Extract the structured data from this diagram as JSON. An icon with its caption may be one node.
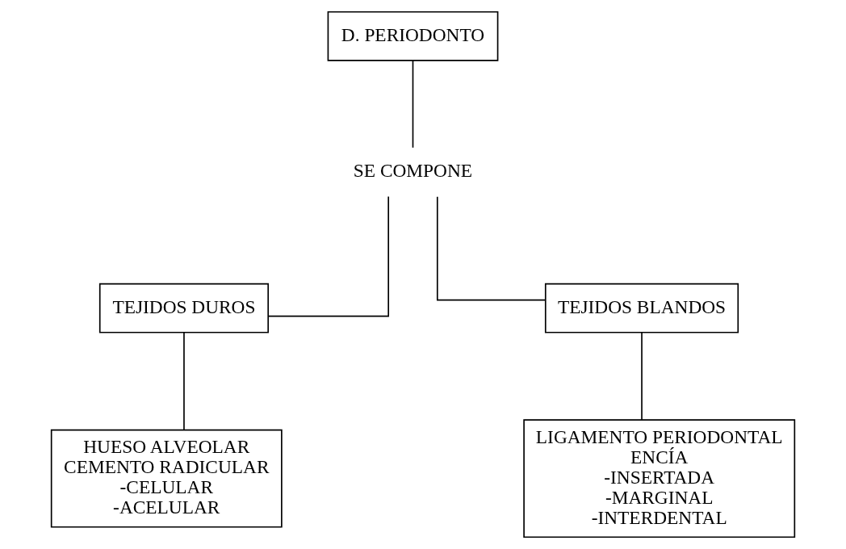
{
  "diagram": {
    "nodes": [
      {
        "text": [
          "D. PERIODONTO"
        ]
      },
      {
        "text": [
          "SE COMPONE"
        ]
      },
      {
        "text": [
          "TEJIDOS DUROS"
        ]
      },
      {
        "text": [
          "TEJIDOS BLANDOS"
        ]
      },
      {
        "text": [
          "HUESO ALVEOLAR",
          "CEMENTO RADICULAR",
          "-CELULAR",
          "-ACELULAR"
        ]
      },
      {
        "text": [
          "LIGAMENTO PERIODONTAL",
          "ENCÍA",
          "-INSERTADA",
          "-MARGINAL",
          "-INTERDENTAL"
        ]
      }
    ],
    "edges": [
      {
        "from": 0,
        "to": 1,
        "arrow": "none"
      },
      {
        "from": 1,
        "to": 2,
        "arrow": "none"
      },
      {
        "from": 1,
        "to": 3,
        "arrow": "none"
      },
      {
        "from": 2,
        "to": 4,
        "arrow": "none"
      },
      {
        "from": 3,
        "to": 5,
        "arrow": "none"
      }
    ]
  }
}
